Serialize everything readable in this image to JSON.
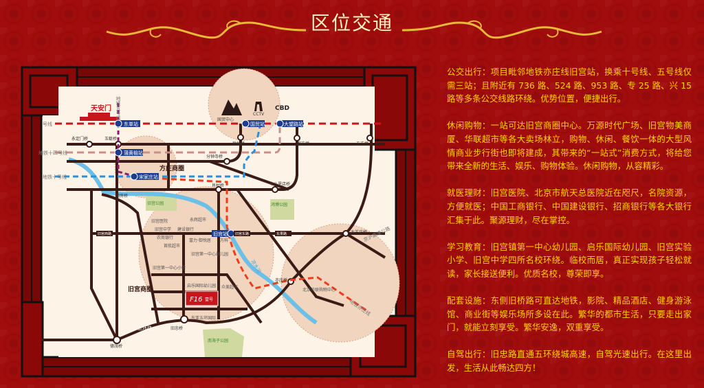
{
  "header": {
    "title": "区位交通"
  },
  "sections": [
    {
      "label": "公交出行",
      "text": "公交出行：项目毗邻地铁亦庄线旧宫站，换乘十号线、五号线仅需三站；且附近有 736 路、524 路、953 路、专 25 路、兴 15 路等多条公交线路环绕。优势位置，便捷出行。"
    },
    {
      "label": "休闲购物",
      "text": "休闲购物：一站可达旧宫商圈中心。万源时代广场、旧宫物美商厦、华联超市等各大卖场林立，购物、休闲、餐饮一体的大型风情商业步行街也即将建成，其带来的“一站式”消费方式，将给您带来全新的生活、娱乐、购物体验。休闲购物，从容精彩。"
    },
    {
      "label": "就医理财",
      "text": "就医理财：旧宫医院、北京市航天总医院近在咫尺，名院资源，方便就医；中国工商银行、中国建设银行、招商银行等各大银行汇集于此。聚源理财，尽在掌控。"
    },
    {
      "label": "学习教育",
      "text": "学习教育：旧宫镇第一中心幼儿园、启乐国际幼儿园、旧宫实验小学、旧宫中学四所名校环绕。临校而居，真正实现孩子轻松就读，家长接送便利。优质名校，尊荣即享。"
    },
    {
      "label": "配套设施",
      "text": "配套设施：东侧旧桥路可直达地铁，影院、精品酒店、健身游泳馆、商业街等娱乐场所多设在此。繁华的都市生活，只要走出家门，就能立刻享受。繁华安逸，双重享受。"
    },
    {
      "label": "自驾出行",
      "text": "自驾出行：旧忠路直通五环绕城高速，自驾光速出行。在这里出发，生活从此畅达四方！"
    }
  ],
  "map": {
    "landmarks": {
      "tiananmen": "天安门",
      "cbd": "CBD",
      "cctv": "CCTV",
      "guomao_center": "国贸中心"
    },
    "lines": {
      "line1": "号线",
      "line5": "地铁五号线",
      "line14": "地铁十四号线",
      "line10": "地铁十号线",
      "yizhuang": "地铁亦庄线",
      "jingjin": "京沪高速公路",
      "river": "凉水河",
      "ring5": "五环路"
    },
    "stations": {
      "dongdan": "东单站",
      "puhuangyu": "蒲黄榆站",
      "songjiazhuang": "宋家庄站",
      "guomao": "国贸站",
      "dawanglu": "大望路站",
      "jiugong": "旧宫站"
    },
    "bridges": {
      "yongdingmen": "永定门桥",
      "yuzhan": "玉蜓桥",
      "jinsong": "劲松桥",
      "sifang": "四方桥",
      "wufang": "五方桥",
      "fenzhongsi": "分钟寺桥",
      "shibalidian": "十八里店桥",
      "xiaohongmen": "肖村桥",
      "muxiyuan": "槐房桥",
      "jiuzhong": "旧忠桥",
      "yizhuang": "亦庄桥",
      "dayangfang": "大羊坊桥",
      "yingde": "德茂桥"
    },
    "districts": {
      "fangzhuang": "方庄商圈",
      "jiugong": "旧宫商圈"
    },
    "pois": {
      "hospital": "旧宫医院",
      "middle_school": "旧宫中学",
      "ccb": "建设银行",
      "abc": "农商银行",
      "icbc": "工商银行",
      "supermarket": "首航超市",
      "primary": "旧宫第一中心小学",
      "yongwang": "永辉超市",
      "kindergarten1": "旧宫第一中心幼儿园",
      "kindergarten2": "启乐国际幼儿园",
      "fuli": "富力·御悦居",
      "wanke": "万科",
      "hualian": "北京华联购物中心",
      "dongya": "东亚五环国际",
      "zhongmi": "众美超市",
      "park1": "南海子公园",
      "park2": "鸿博公园",
      "park3": "旧宫公园"
    },
    "roads": {
      "jiugong_west": "旧宫西路",
      "jiugong_east": "旧宫东路",
      "xinghua": "旧桥路",
      "dongyuan": "东果路"
    },
    "project": {
      "name": "F16",
      "sub": "壹号"
    }
  },
  "colors": {
    "bg": "#a10c0c",
    "text": "#ffd200",
    "road": "#3b1b15",
    "line1": "#c8171c",
    "line10": "#2a8fd6",
    "line14": "#c9908b",
    "line5": "#8a1c6e",
    "yizhuang": "#ef3d1b"
  }
}
